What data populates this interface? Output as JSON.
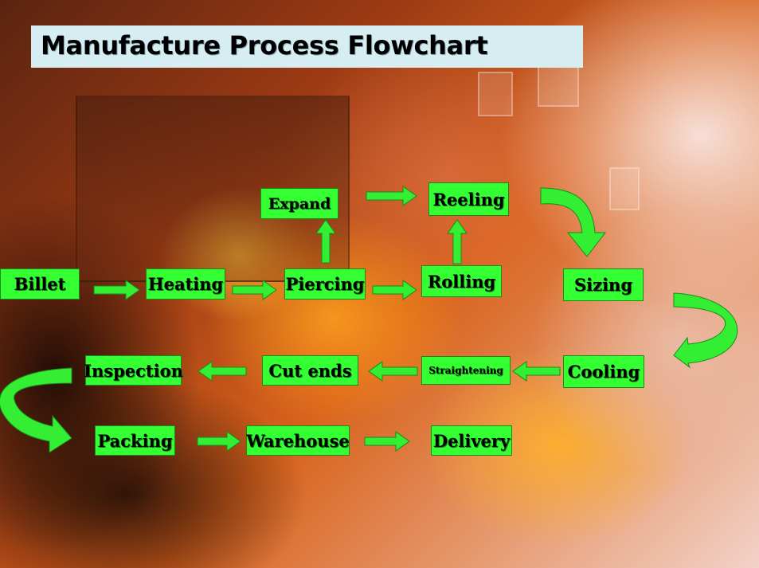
{
  "title": "Manufacture Process Flowchart",
  "colors": {
    "box_fill": "#33ff33",
    "arrow_fill": "#33ee33",
    "title_banner": "#d6eef2"
  },
  "nodes": {
    "billet": "Billet",
    "heating": "Heating",
    "piercing": "Piercing",
    "expand": "Expand",
    "reeling": "Reeling",
    "rolling": "Rolling",
    "sizing": "Sizing",
    "cooling": "Cooling",
    "straightening": "Straightening",
    "cut_ends": "Cut ends",
    "inspection": "Inspection",
    "packing": "Packing",
    "warehouse": "Warehouse",
    "delivery": "Delivery"
  },
  "edges": [
    [
      "billet",
      "heating"
    ],
    [
      "heating",
      "piercing"
    ],
    [
      "piercing",
      "expand"
    ],
    [
      "piercing",
      "rolling"
    ],
    [
      "expand",
      "reeling"
    ],
    [
      "rolling",
      "reeling"
    ],
    [
      "reeling",
      "sizing"
    ],
    [
      "sizing",
      "cooling"
    ],
    [
      "cooling",
      "straightening"
    ],
    [
      "straightening",
      "cut_ends"
    ],
    [
      "cut_ends",
      "inspection"
    ],
    [
      "inspection",
      "packing"
    ],
    [
      "packing",
      "warehouse"
    ],
    [
      "warehouse",
      "delivery"
    ]
  ]
}
